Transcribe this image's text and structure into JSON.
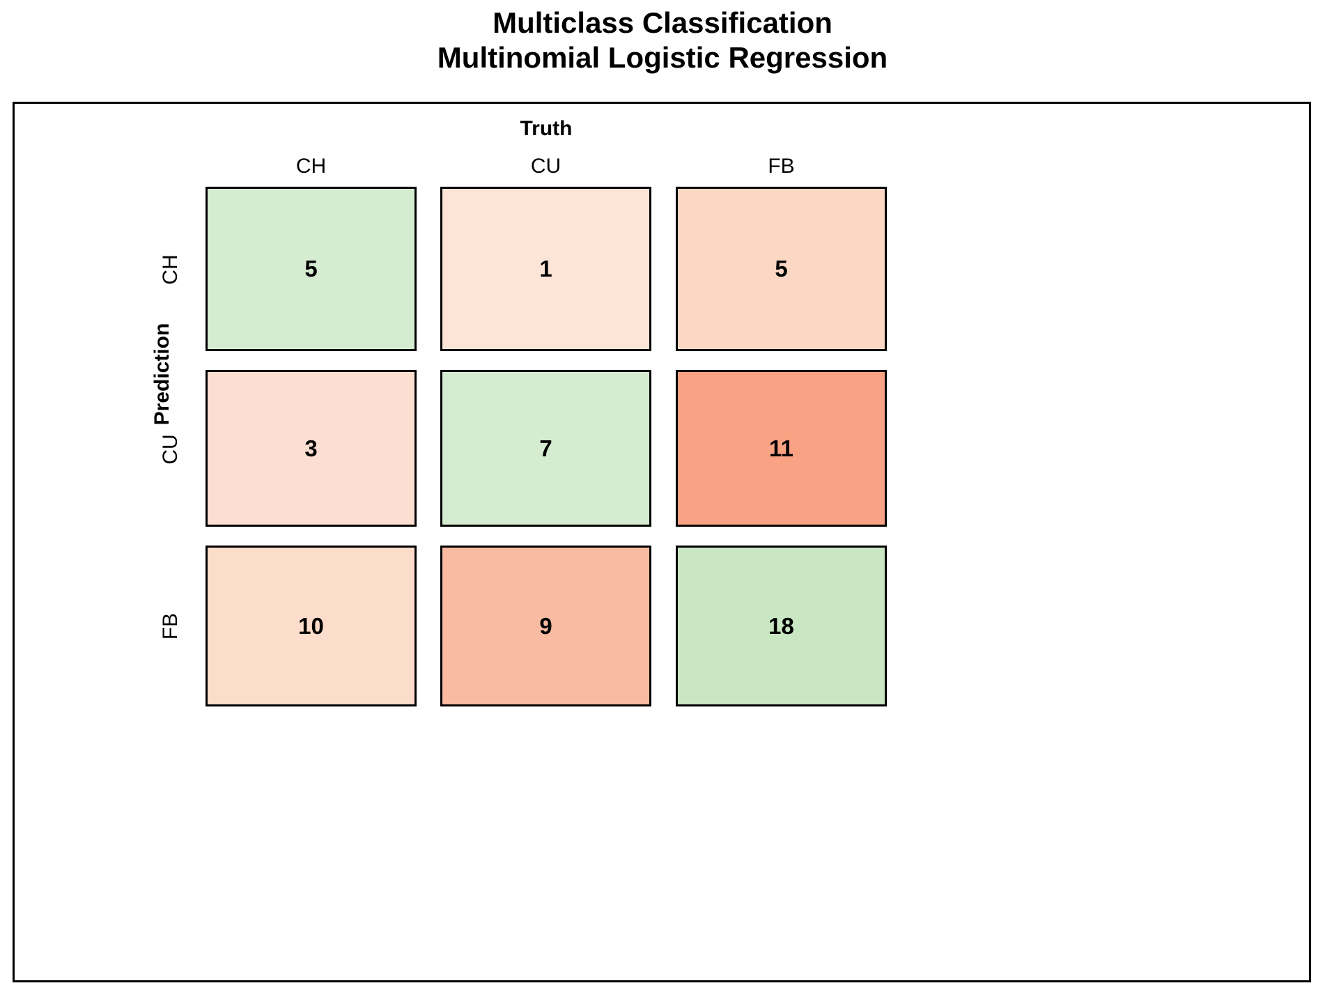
{
  "title": {
    "line1": "Multiclass Classification",
    "line2": "Multinomial Logistic Regression"
  },
  "axes": {
    "x_title": "Truth",
    "y_title": "Prediction"
  },
  "chart_data": {
    "type": "heatmap",
    "title": "Multiclass Classification\nMultinomial Logistic Regression",
    "xlabel": "Truth",
    "ylabel": "Prediction",
    "x_categories": [
      "CH",
      "CU",
      "FB"
    ],
    "y_categories": [
      "CH",
      "CU",
      "FB"
    ],
    "matrix": [
      [
        5,
        1,
        5
      ],
      [
        3,
        7,
        11
      ],
      [
        10,
        9,
        18
      ]
    ],
    "cells": [
      {
        "prediction": "CH",
        "truth": "CH",
        "value": 5,
        "correct": true,
        "color": "#d5ecd1"
      },
      {
        "prediction": "CH",
        "truth": "CU",
        "value": 1,
        "correct": false,
        "color": "#fce4d7"
      },
      {
        "prediction": "CH",
        "truth": "FB",
        "value": 5,
        "correct": false,
        "color": "#fbd8c4"
      },
      {
        "prediction": "CU",
        "truth": "CH",
        "value": 3,
        "correct": false,
        "color": "#fcdfd0"
      },
      {
        "prediction": "CU",
        "truth": "CU",
        "value": 7,
        "correct": true,
        "color": "#d5ecd1"
      },
      {
        "prediction": "CU",
        "truth": "FB",
        "value": 11,
        "correct": false,
        "color": "#f9a384"
      },
      {
        "prediction": "FB",
        "truth": "CH",
        "value": 10,
        "correct": false,
        "color": "#fcdcca"
      },
      {
        "prediction": "FB",
        "truth": "CU",
        "value": 9,
        "correct": false,
        "color": "#f9bca2"
      },
      {
        "prediction": "FB",
        "truth": "FB",
        "value": 18,
        "correct": true,
        "color": "#c9e7c2"
      }
    ],
    "legend": "none",
    "grid": false,
    "colors": {
      "correct": "#d5ecd1",
      "incorrect_light": "#fce4d7",
      "incorrect_dark": "#f9a384",
      "border": "#000000",
      "text": "#000000",
      "background": "#ffffff"
    }
  }
}
